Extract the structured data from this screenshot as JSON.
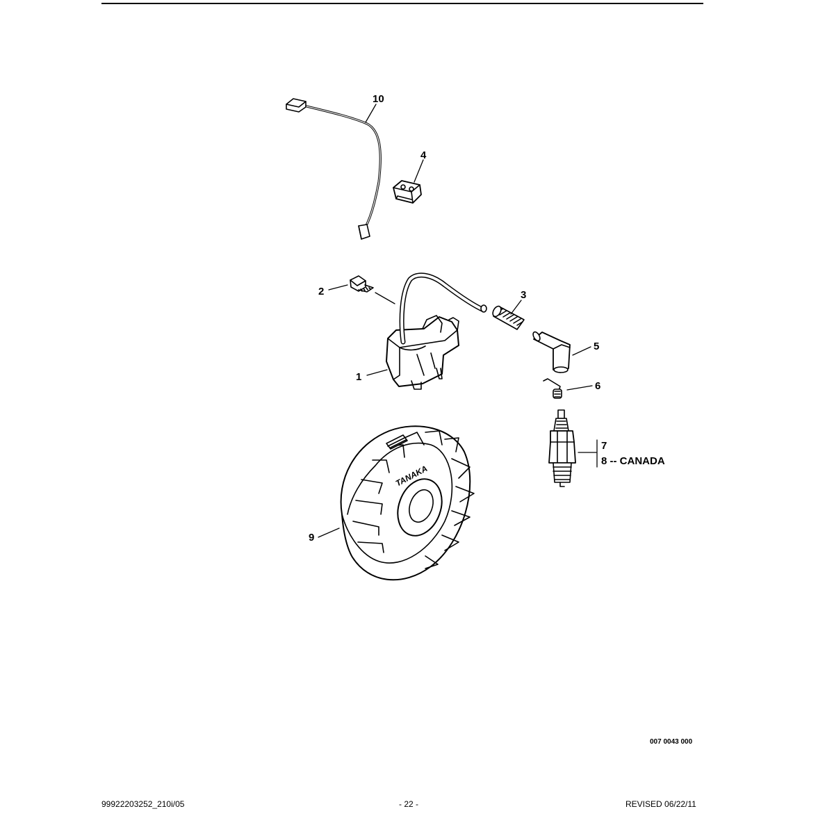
{
  "callouts": {
    "c1": "1",
    "c2": "2",
    "c3": "3",
    "c4": "4",
    "c5": "5",
    "c6": "6",
    "c7": "7",
    "c8": "8 -- CANADA",
    "c9": "9",
    "c10": "10"
  },
  "flywheel_brand": "TANAKA",
  "drawing_number": "007 0043 000",
  "footer": {
    "left": "99922203252_210i/05",
    "center": "- 22 -",
    "right": "REVISED 06/22/11"
  }
}
